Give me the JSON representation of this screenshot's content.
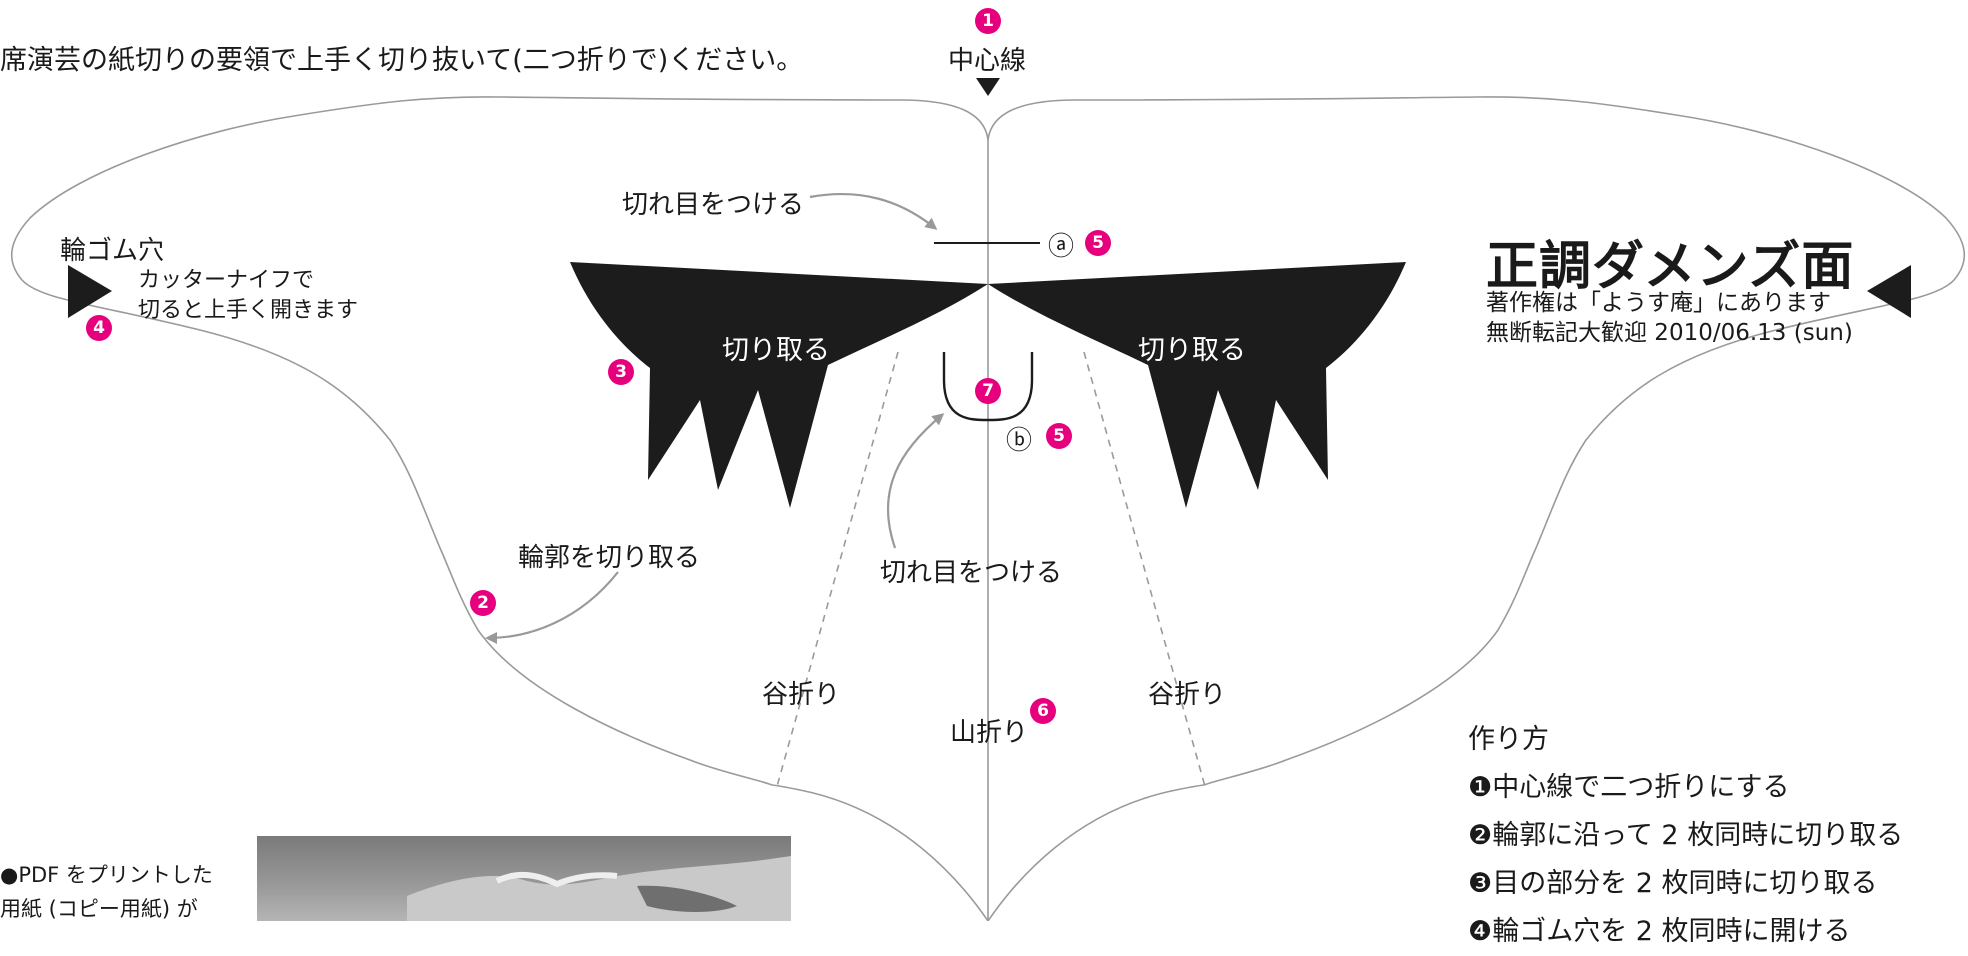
{
  "header": {
    "instruction": "席演芸の紙切りの要領で上手く切り抜いて(二つ折りで)ください。",
    "center_line_label": "中心線"
  },
  "labels": {
    "cut_slit_top": "切れ目をつける",
    "rubber_hole": "輪ゴム穴",
    "cutter_line1": "カッターナイフで",
    "cutter_line2": "切ると上手く開きます",
    "cut_out_left": "切り取る",
    "cut_out_right": "切り取る",
    "cut_outline": "輪郭を切り取る",
    "cut_slit_bottom": "切れ目をつける",
    "valley_fold_left": "谷折り",
    "valley_fold_right": "谷折り",
    "mountain_fold": "山折り",
    "mark_a": "ⓐ",
    "mark_b": "ⓑ"
  },
  "badges": {
    "center": "1",
    "outline": "2",
    "eyes": "3",
    "hole": "4",
    "slit_a": "5",
    "slit_b": "5",
    "mountain": "6",
    "mouth": "7"
  },
  "title": {
    "main": "正調ダメンズ面",
    "copyright": "著作権は「ようす庵」にあります",
    "welcome": "無断転記大歓迎 2010/06.13 (sun)"
  },
  "howto": {
    "heading": "作り方",
    "steps": [
      "❶中心線で二つ折りにする",
      "❷輪郭に沿って 2 枚同時に切り取る",
      "❸目の部分を 2 枚同時に切り取る",
      "❹輪ゴム穴を 2 枚同時に開ける"
    ]
  },
  "note": {
    "line1": "●PDF をプリントした",
    "line2": "用紙 (コピー用紙) が"
  },
  "colors": {
    "badge": "#e6007e",
    "outline": "#9a9a9a",
    "fill": "#1c1c1c",
    "arrow": "#999999"
  }
}
